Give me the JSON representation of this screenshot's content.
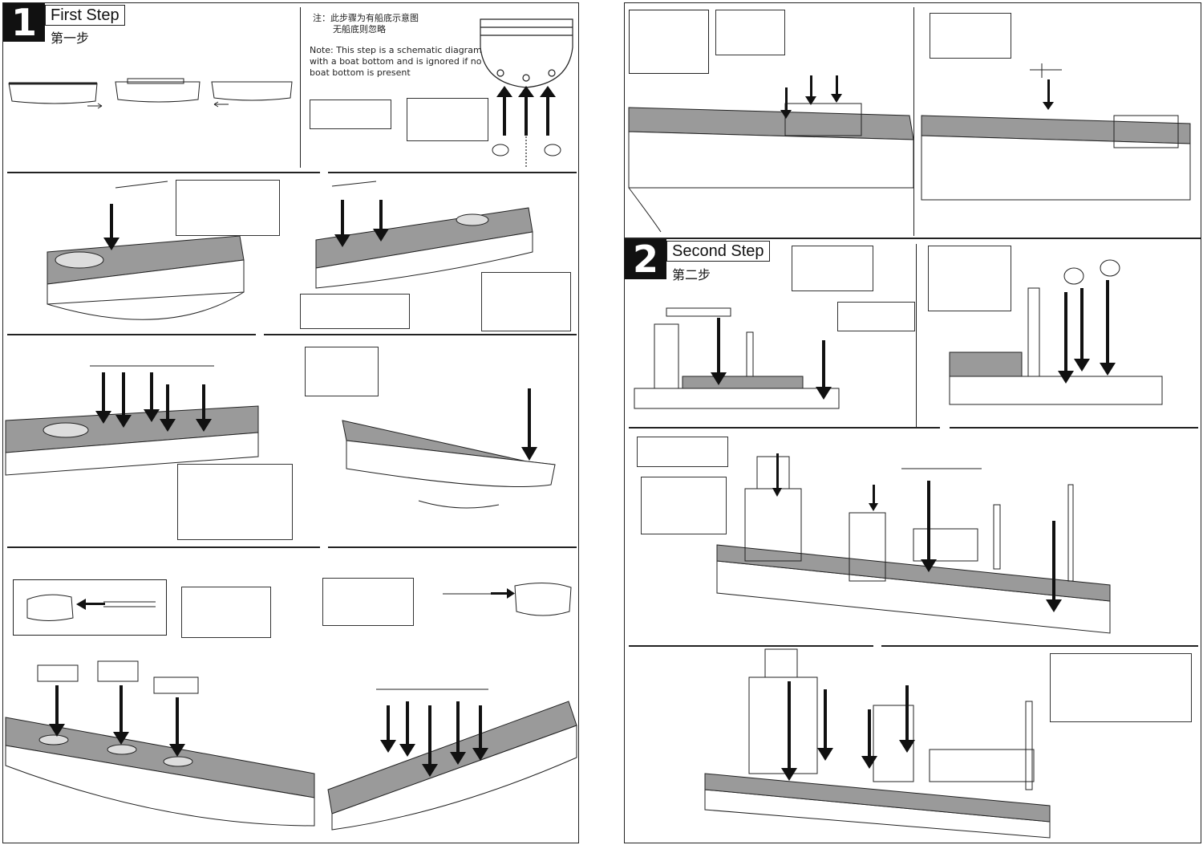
{
  "step1": {
    "number": "1",
    "title": "First Step",
    "title_cn": "第一步",
    "note_cn_line1": "注：此步骤为有船底示意图",
    "note_cn_line2": "无船底则忽略",
    "note_en_line1": "Note: This step is a schematic diagram",
    "note_en_line2": "with a boat bottom and is ignored if no",
    "note_en_line3": "boat bottom is present"
  },
  "step2": {
    "number": "2",
    "title": "Second Step",
    "title_cn": "第二步"
  },
  "icons": [
    "arrow-down-icon",
    "arrow-up-icon",
    "arrow-left-icon",
    "arrow-right-icon",
    "ship-hull-icon",
    "etch-sheet-icon",
    "turret-icon",
    "propeller-icon",
    "aircraft-icon",
    "crane-icon"
  ],
  "colors": {
    "ink": "#111111",
    "deck": "#8a8a8a",
    "paper": "#ffffff"
  }
}
